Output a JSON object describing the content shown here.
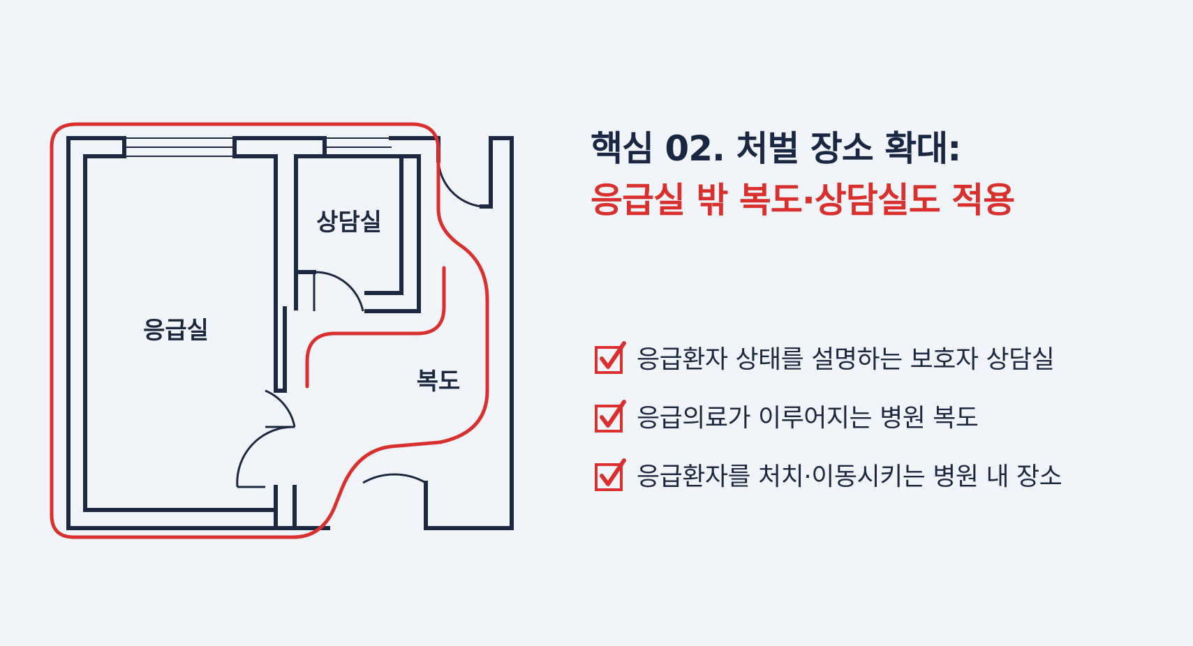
{
  "floorplan": {
    "rooms": {
      "emergency_room": "응급실",
      "counseling_room": "상담실",
      "corridor": "복도"
    }
  },
  "heading": {
    "line1": "핵심 02. 처벌 장소 확대:",
    "line2": "응급실 밖 복도·상담실도 적용"
  },
  "checklist": [
    "응급환자 상태를 설명하는 보호자 상담실",
    "응급의료가 이루어지는 병원 복도",
    "응급환자를 처치·이동시키는 병원 내 장소"
  ],
  "colors": {
    "navy": "#1c2740",
    "accent_red": "#d9302e",
    "background": "#f1f4f8"
  },
  "icons": {
    "check": "checkbox-checked-icon"
  }
}
